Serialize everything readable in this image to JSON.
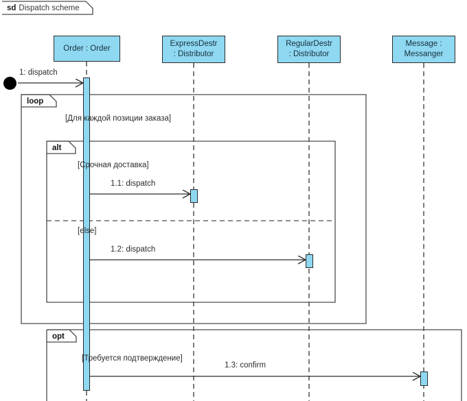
{
  "diagram": {
    "kind_keyword": "sd",
    "title": "Dispatch scheme",
    "accent_color": "#8fd8f2",
    "line_color": "#2b2b2b"
  },
  "lifelines": [
    {
      "name": "order",
      "line1": "Order : Order",
      "line2": ""
    },
    {
      "name": "express-distributor",
      "line1": "ExpressDestr",
      "line2": ": Distributor"
    },
    {
      "name": "regular-distributor",
      "line1": "RegularDestr",
      "line2": ": Distributor"
    },
    {
      "name": "messenger",
      "line1": "Message :",
      "line2": "Messanger"
    }
  ],
  "fragments": [
    {
      "name": "loop",
      "operator": "loop",
      "guard": "[Для каждой позиции заказа]"
    },
    {
      "name": "alt",
      "operator": "alt",
      "guard": "[Срочная доставка]",
      "else_guard": "[else]"
    },
    {
      "name": "opt",
      "operator": "opt",
      "guard": "[Требуется подтверждение]"
    }
  ],
  "messages": [
    {
      "name": "dispatch-initial",
      "label": "1: dispatch",
      "from": "start-node",
      "to": "order"
    },
    {
      "name": "dispatch-express",
      "label": "1.1: dispatch",
      "from": "order",
      "to": "express-distributor"
    },
    {
      "name": "dispatch-regular",
      "label": "1.2: dispatch",
      "from": "order",
      "to": "regular-distributor"
    },
    {
      "name": "confirm-message",
      "label": "1.3: confirm",
      "from": "order",
      "to": "messenger"
    }
  ]
}
